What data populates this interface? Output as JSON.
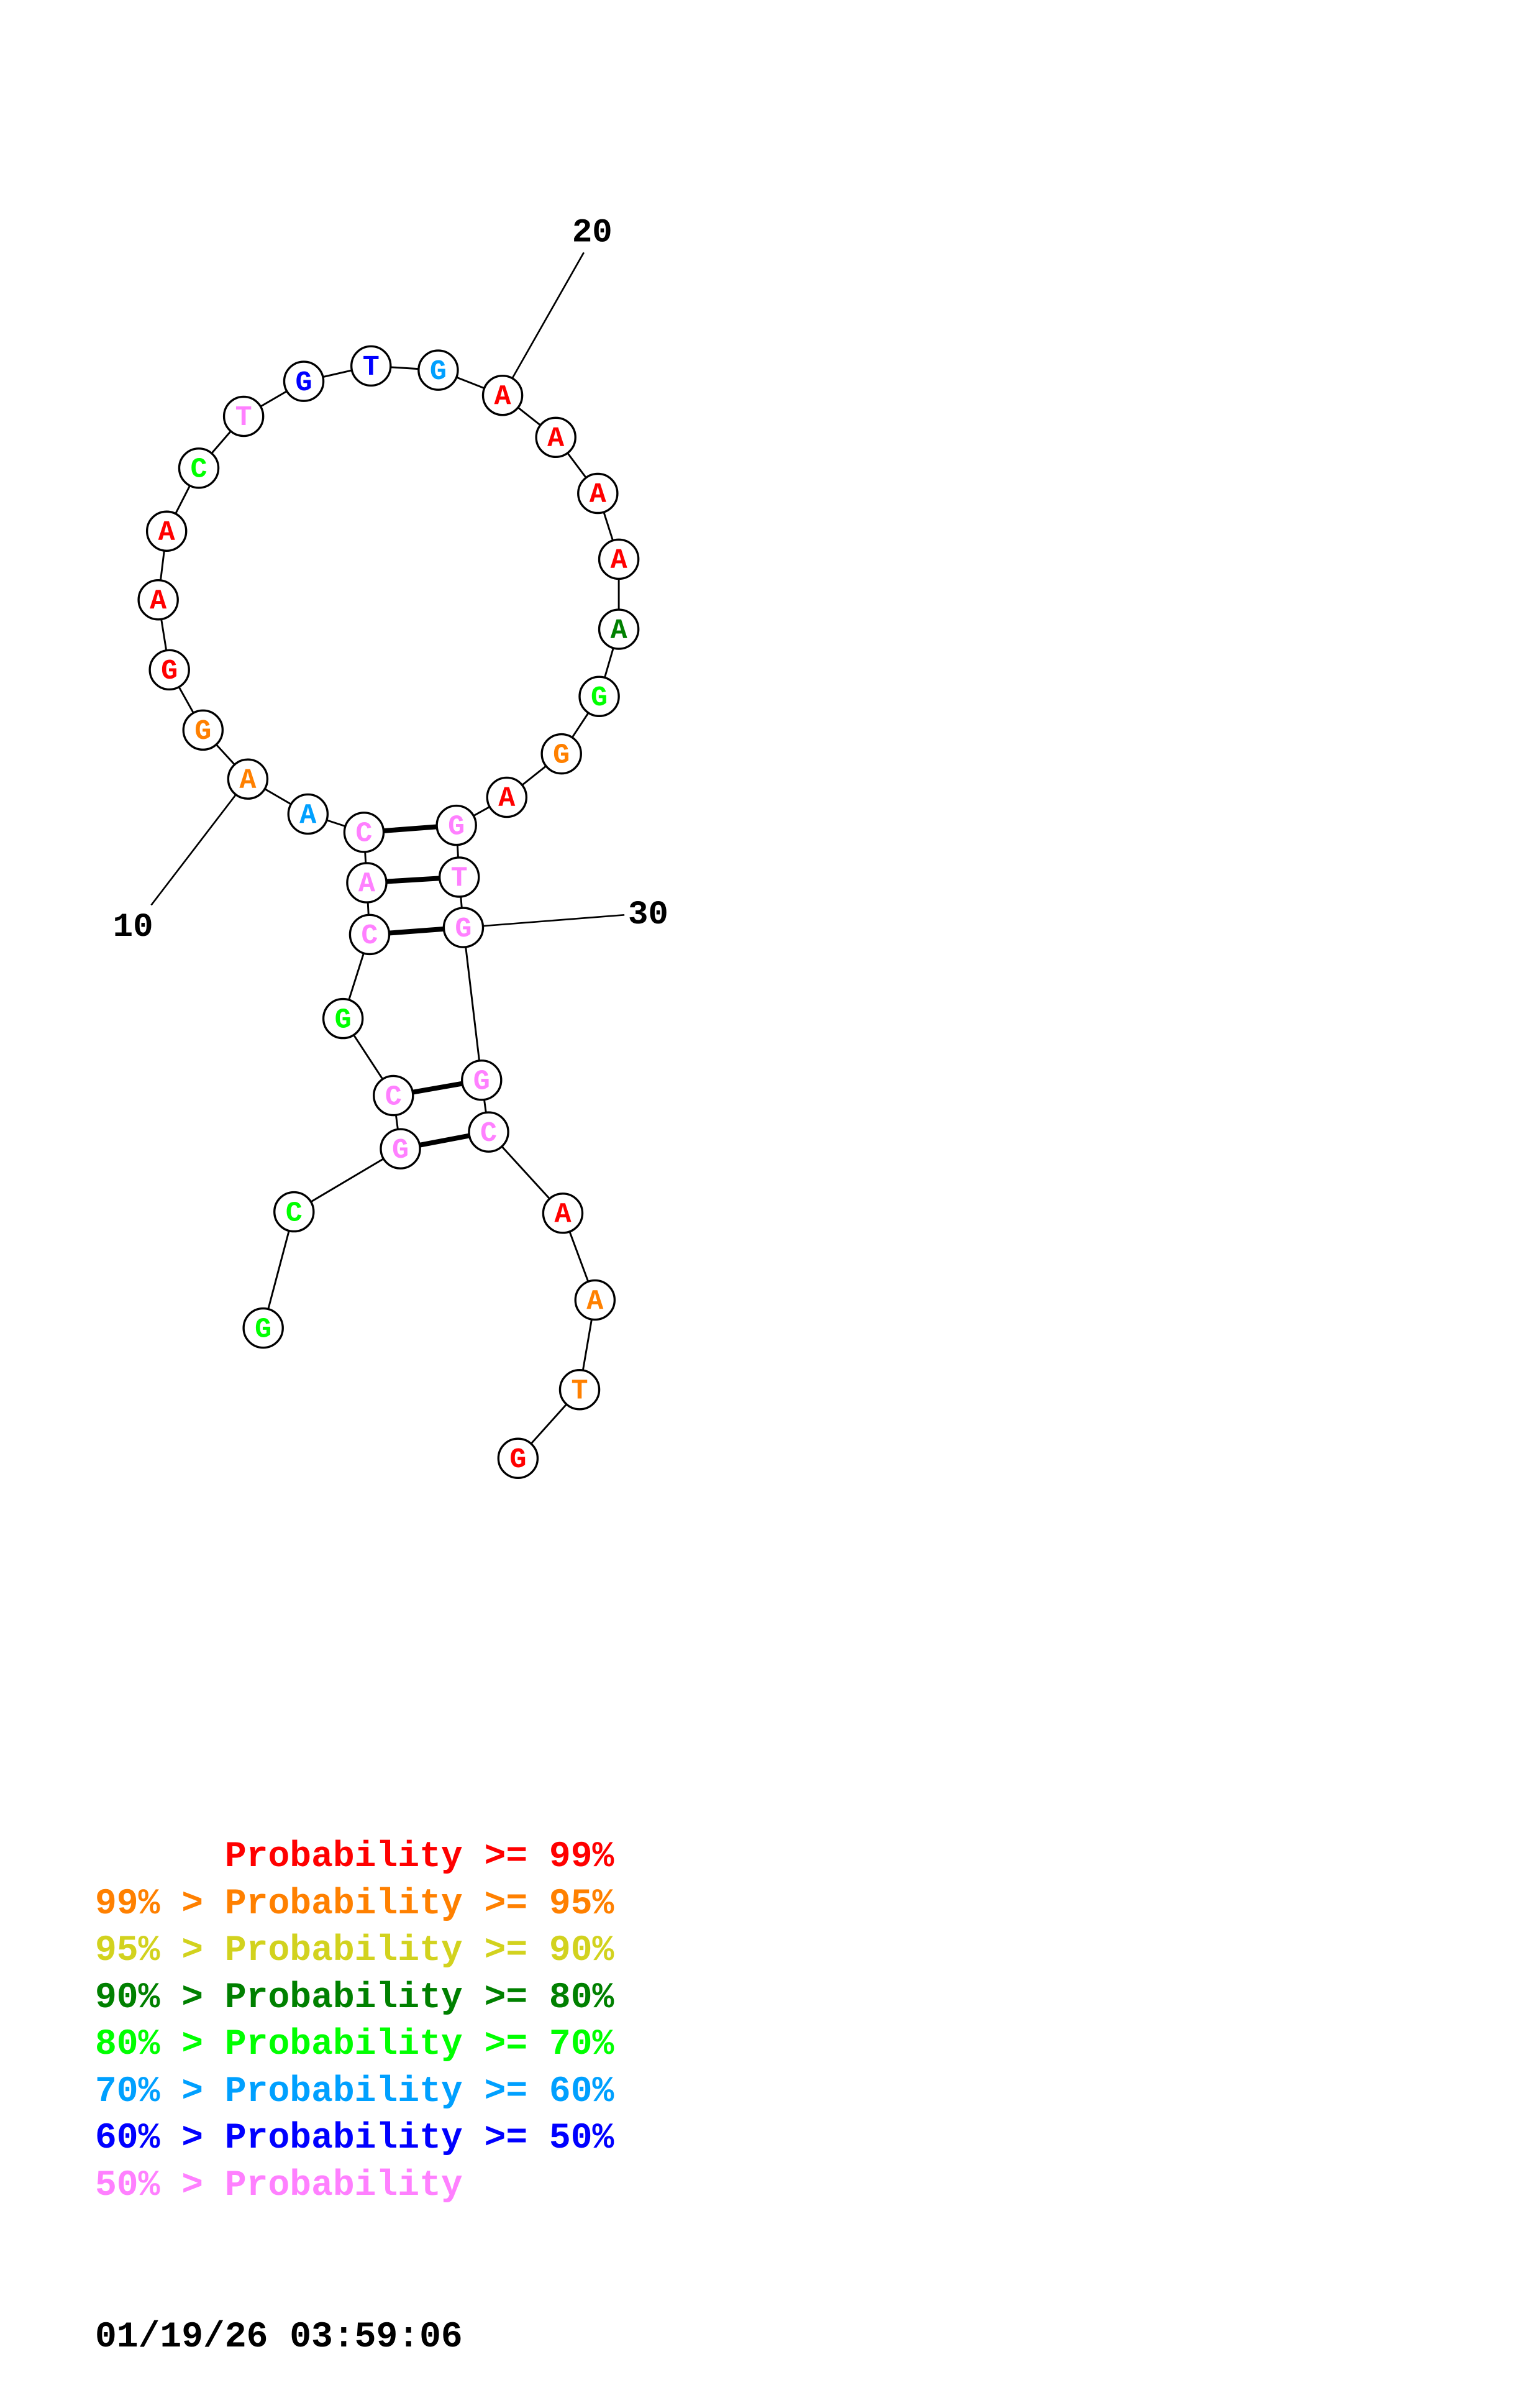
{
  "colors": {
    "p99": "#ff0000",
    "p95": "#ff8000",
    "p90": "#d2d21e",
    "p80": "#008000",
    "p70": "#00ff00",
    "p60": "#00a0ff",
    "p50": "#0000ff",
    "plt50": "#ff80ff"
  },
  "sequence": [
    {
      "base": "G",
      "prob": "p70"
    },
    {
      "base": "C",
      "prob": "p70"
    },
    {
      "base": "G",
      "prob": "plt50"
    },
    {
      "base": "C",
      "prob": "plt50"
    },
    {
      "base": "G",
      "prob": "p70"
    },
    {
      "base": "C",
      "prob": "plt50"
    },
    {
      "base": "A",
      "prob": "plt50"
    },
    {
      "base": "C",
      "prob": "plt50"
    },
    {
      "base": "A",
      "prob": "p60"
    },
    {
      "base": "A",
      "prob": "p95"
    },
    {
      "base": "G",
      "prob": "p95"
    },
    {
      "base": "G",
      "prob": "p99"
    },
    {
      "base": "A",
      "prob": "p99"
    },
    {
      "base": "A",
      "prob": "p99"
    },
    {
      "base": "C",
      "prob": "p70"
    },
    {
      "base": "T",
      "prob": "plt50"
    },
    {
      "base": "G",
      "prob": "p50"
    },
    {
      "base": "T",
      "prob": "p50"
    },
    {
      "base": "G",
      "prob": "p60"
    },
    {
      "base": "A",
      "prob": "p99"
    },
    {
      "base": "A",
      "prob": "p99"
    },
    {
      "base": "A",
      "prob": "p99"
    },
    {
      "base": "A",
      "prob": "p99"
    },
    {
      "base": "A",
      "prob": "p80"
    },
    {
      "base": "G",
      "prob": "p70"
    },
    {
      "base": "G",
      "prob": "p95"
    },
    {
      "base": "A",
      "prob": "p99"
    },
    {
      "base": "G",
      "prob": "plt50"
    },
    {
      "base": "T",
      "prob": "plt50"
    },
    {
      "base": "G",
      "prob": "plt50"
    },
    {
      "base": "G",
      "prob": "plt50"
    },
    {
      "base": "C",
      "prob": "plt50"
    },
    {
      "base": "A",
      "prob": "p99"
    },
    {
      "base": "A",
      "prob": "p95"
    },
    {
      "base": "T",
      "prob": "p95"
    },
    {
      "base": "G",
      "prob": "p99"
    }
  ],
  "pairs": [
    [
      3,
      32
    ],
    [
      4,
      31
    ],
    [
      6,
      30
    ],
    [
      7,
      29
    ],
    [
      8,
      28
    ]
  ],
  "position_labels": [
    "10",
    "20",
    "30"
  ],
  "legend": [
    {
      "prefix": "    ",
      "text": "Probability >= 99%",
      "prob": "p99"
    },
    {
      "prefix": "99% > ",
      "text": "Probability >= 95%",
      "prob": "p95"
    },
    {
      "prefix": "95% > ",
      "text": "Probability >= 90%",
      "prob": "p90"
    },
    {
      "prefix": "90% > ",
      "text": "Probability >= 80%",
      "prob": "p80"
    },
    {
      "prefix": "80% > ",
      "text": "Probability >= 70%",
      "prob": "p70"
    },
    {
      "prefix": "70% > ",
      "text": "Probability >= 60%",
      "prob": "p60"
    },
    {
      "prefix": "60% > ",
      "text": "Probability >= 50%",
      "prob": "p50"
    },
    {
      "prefix": "50% > ",
      "text": "Probability",
      "prob": "plt50"
    }
  ],
  "timestamp": "01/19/26 03:59:06"
}
